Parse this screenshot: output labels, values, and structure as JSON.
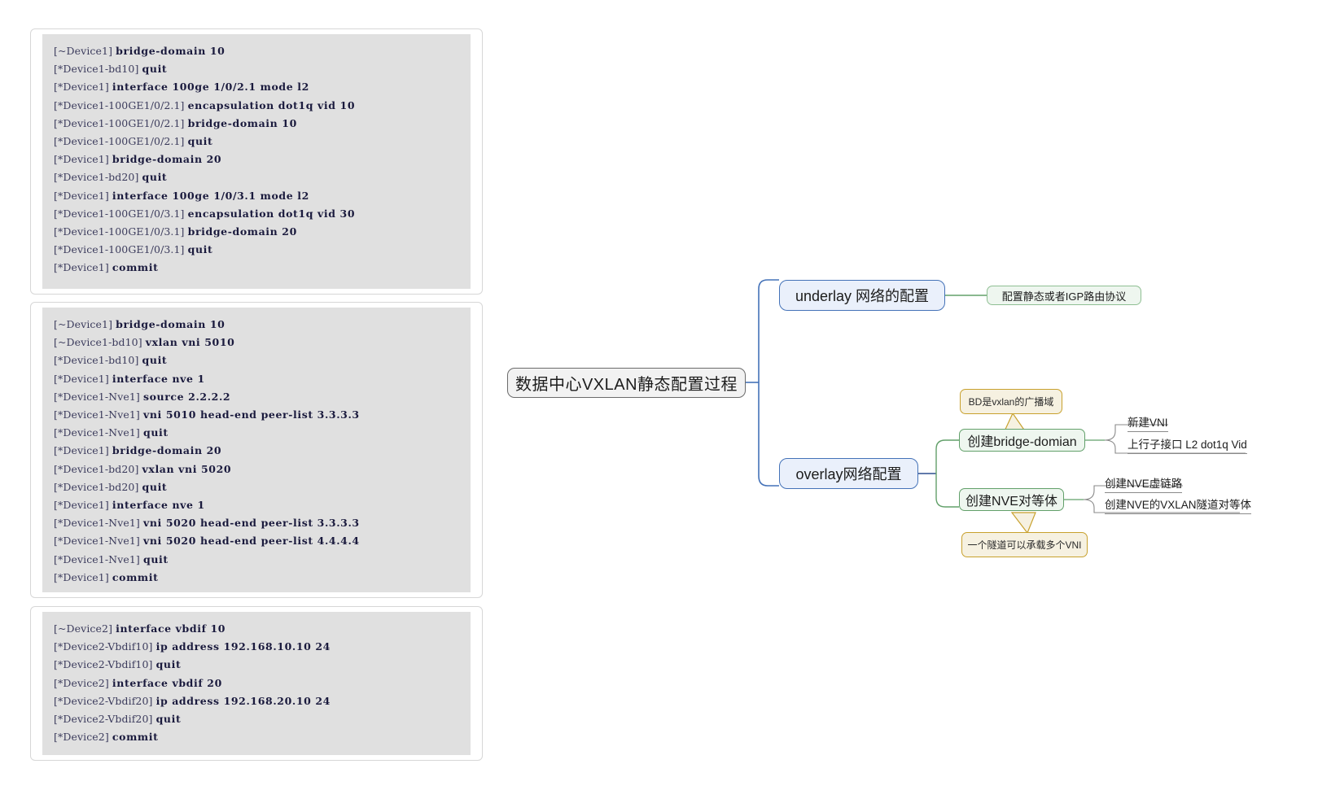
{
  "code_blocks": [
    {
      "id": "device1-bridge-domain-config",
      "lines": [
        {
          "prompt": "[~Device1]",
          "cmd": "bridge-domain 10"
        },
        {
          "prompt": "[*Device1-bd10]",
          "cmd": "quit"
        },
        {
          "prompt": "[*Device1]",
          "cmd": "interface 100ge 1/0/2.1 mode l2"
        },
        {
          "prompt": "[*Device1-100GE1/0/2.1]",
          "cmd": "encapsulation dot1q vid 10"
        },
        {
          "prompt": "[*Device1-100GE1/0/2.1]",
          "cmd": "bridge-domain 10"
        },
        {
          "prompt": "[*Device1-100GE1/0/2.1]",
          "cmd": "quit"
        },
        {
          "prompt": "[*Device1]",
          "cmd": "bridge-domain 20"
        },
        {
          "prompt": "[*Device1-bd20]",
          "cmd": "quit"
        },
        {
          "prompt": "[*Device1]",
          "cmd": "interface 100ge 1/0/3.1 mode l2"
        },
        {
          "prompt": "[*Device1-100GE1/0/3.1]",
          "cmd": "encapsulation dot1q vid 30"
        },
        {
          "prompt": "[*Device1-100GE1/0/3.1]",
          "cmd": "bridge-domain 20"
        },
        {
          "prompt": "[*Device1-100GE1/0/3.1]",
          "cmd": "quit"
        },
        {
          "prompt": "[*Device1]",
          "cmd": "commit"
        }
      ]
    },
    {
      "id": "device1-vxlan-nve-config",
      "lines": [
        {
          "prompt": "[~Device1]",
          "cmd": "bridge-domain 10"
        },
        {
          "prompt": "[~Device1-bd10]",
          "cmd": "vxlan vni 5010"
        },
        {
          "prompt": "[*Device1-bd10]",
          "cmd": "quit"
        },
        {
          "prompt": "[*Device1]",
          "cmd": "interface nve 1"
        },
        {
          "prompt": "[*Device1-Nve1]",
          "cmd": "source 2.2.2.2"
        },
        {
          "prompt": "[*Device1-Nve1]",
          "cmd": "vni 5010 head-end peer-list 3.3.3.3"
        },
        {
          "prompt": "[*Device1-Nve1]",
          "cmd": "quit"
        },
        {
          "prompt": "[*Device1]",
          "cmd": "bridge-domain 20"
        },
        {
          "prompt": "[*Device1-bd20]",
          "cmd": "vxlan vni 5020"
        },
        {
          "prompt": "[*Device1-bd20]",
          "cmd": "quit"
        },
        {
          "prompt": "[*Device1]",
          "cmd": "interface nve 1"
        },
        {
          "prompt": "[*Device1-Nve1]",
          "cmd": "vni 5020 head-end peer-list 3.3.3.3"
        },
        {
          "prompt": "[*Device1-Nve1]",
          "cmd": "vni 5020 head-end peer-list 4.4.4.4"
        },
        {
          "prompt": "[*Device1-Nve1]",
          "cmd": "quit"
        },
        {
          "prompt": "[*Device1]",
          "cmd": "commit"
        }
      ]
    },
    {
      "id": "device2-vbdif-config",
      "lines": [
        {
          "prompt": "[~Device2]",
          "cmd": "interface vbdif 10"
        },
        {
          "prompt": "[*Device2-Vbdif10]",
          "cmd": "ip address 192.168.10.10 24"
        },
        {
          "prompt": "[*Device2-Vbdif10]",
          "cmd": "quit"
        },
        {
          "prompt": "[*Device2]",
          "cmd": "interface vbdif 20"
        },
        {
          "prompt": "[*Device2-Vbdif20]",
          "cmd": "ip address 192.168.20.10 24"
        },
        {
          "prompt": "[*Device2-Vbdif20]",
          "cmd": "quit"
        },
        {
          "prompt": "[*Device2]",
          "cmd": "commit"
        }
      ]
    }
  ],
  "mindmap": {
    "root": {
      "label": "数据中心VXLAN静态配置过程"
    },
    "branches": {
      "underlay": {
        "label": "underlay 网络的配置",
        "children": [
          {
            "label": "配置静态或者IGP路由协议"
          }
        ]
      },
      "overlay": {
        "label": "overlay网络配置",
        "children": [
          {
            "label": "创建bridge-domian",
            "note": "BD是vxlan的广播域",
            "leaves": [
              {
                "label": "新建VNI"
              },
              {
                "label": "上行子接口 L2  dot1q Vid"
              }
            ]
          },
          {
            "label": "创建NVE对等体",
            "note": "一个隧道可以承载多个VNI",
            "leaves": [
              {
                "label": "创建NVE虚链路"
              },
              {
                "label": "创建NVE的VXLAN隧道对等体"
              }
            ]
          }
        ]
      }
    }
  },
  "colors": {
    "root_border": "#6b6b6b",
    "blue_border": "#4472b8",
    "blue_fill": "#eaf0fb",
    "green_border": "#62a06a",
    "green_fill": "#eef6ef",
    "note_border": "#c8a12e",
    "note_fill": "#f6f1e1",
    "code_bg": "#e0e0e0"
  }
}
